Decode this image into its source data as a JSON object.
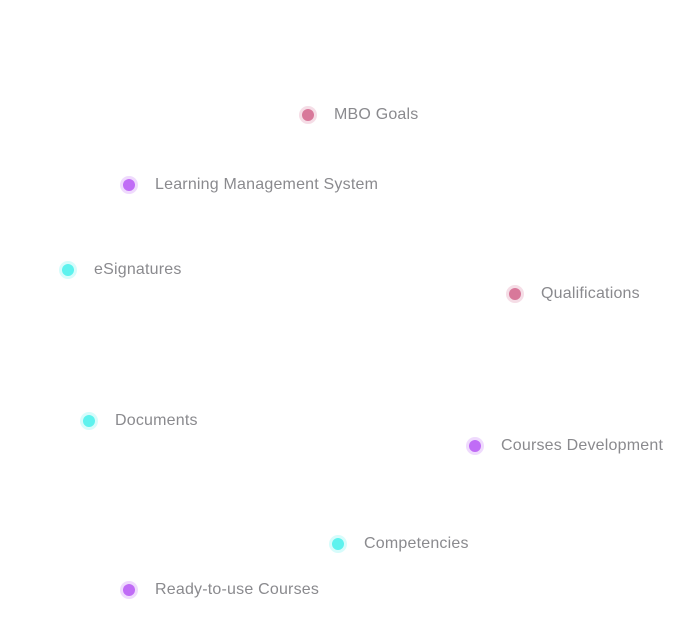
{
  "features": [
    {
      "id": "mbo",
      "label": "MBO Goals",
      "color": "pink"
    },
    {
      "id": "lms",
      "label": "Learning Management System",
      "color": "purple"
    },
    {
      "id": "esig",
      "label": "eSignatures",
      "color": "cyan"
    },
    {
      "id": "qual",
      "label": "Qualifications",
      "color": "pink"
    },
    {
      "id": "docs",
      "label": "Documents",
      "color": "cyan"
    },
    {
      "id": "courses",
      "label": "Courses Development",
      "color": "purple"
    },
    {
      "id": "comp",
      "label": "Competencies",
      "color": "cyan"
    },
    {
      "id": "ready",
      "label": "Ready-to-use Courses",
      "color": "purple"
    }
  ],
  "colors": {
    "pink": "#d8789a",
    "purple": "#c06cf6",
    "cyan": "#5ef2ee",
    "label_text": "#8a8a8e"
  }
}
